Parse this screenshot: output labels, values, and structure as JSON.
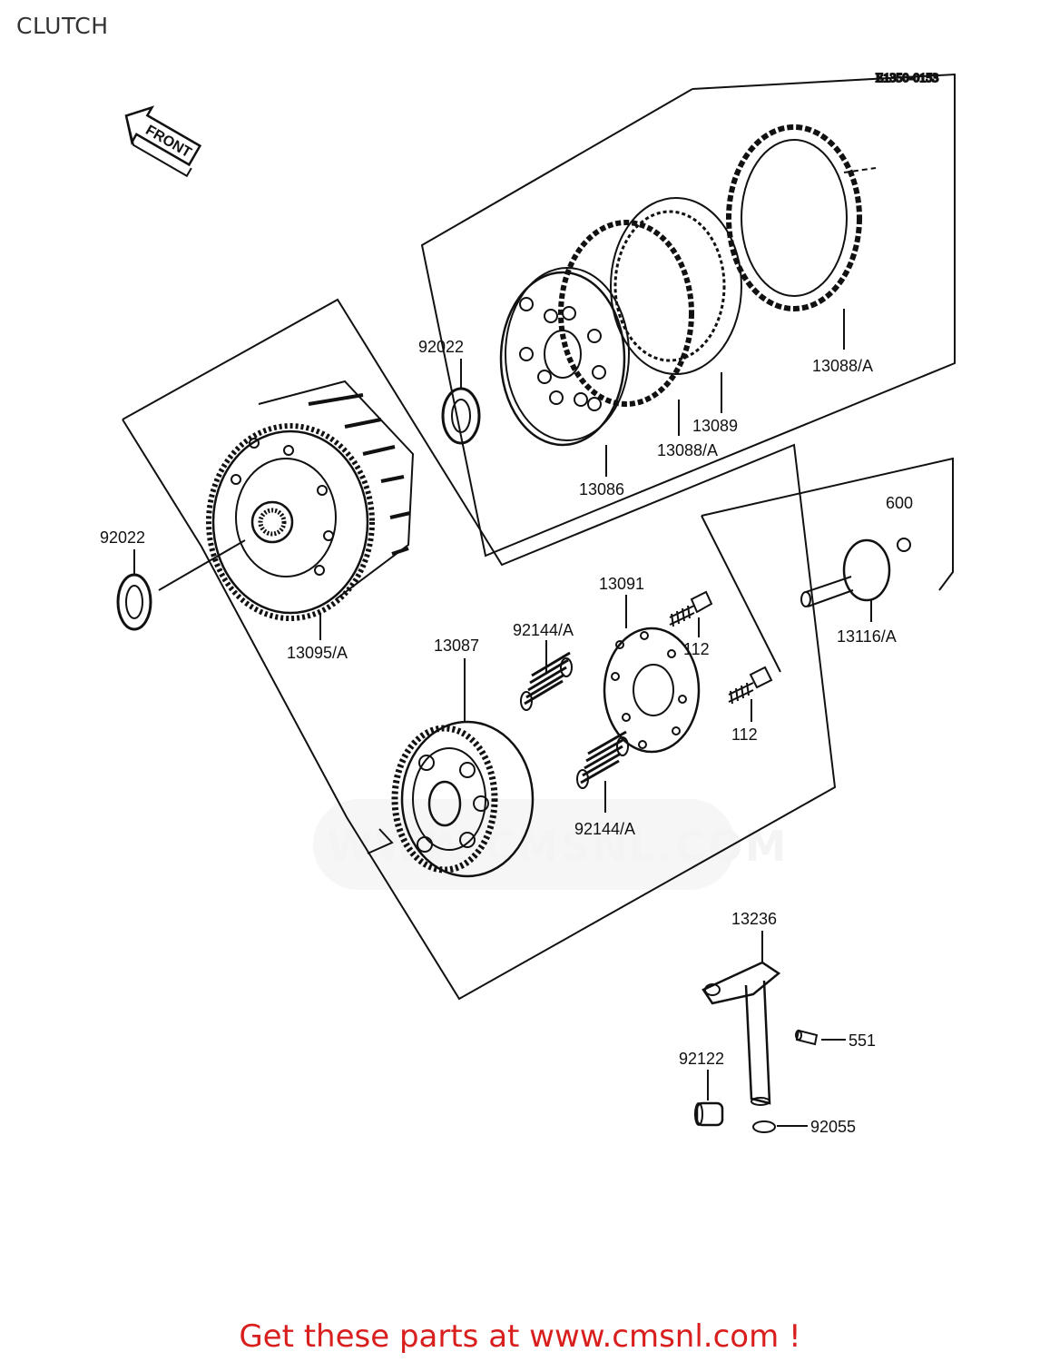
{
  "page": {
    "title": "CLUTCH",
    "diagram_ref": "E1350-0153",
    "front_label": "FRONT",
    "footer_text": "Get these parts at www.cmsnl.com !",
    "watermark": "WWW.CMSNL.COM"
  },
  "colors": {
    "footer": "#d91e1e",
    "ink": "#111111",
    "watermark": "#e8e8e8"
  },
  "parts": {
    "p92022_a": "92022",
    "p92022_b": "92022",
    "p13095": "13095/A",
    "p13087": "13087",
    "p92144_a": "92144/A",
    "p92144_b": "92144/A",
    "p13091": "13091",
    "p112_a": "112",
    "p112_b": "112",
    "p13086": "13086",
    "p13088_a": "13088/A",
    "p13088_b": "13088/A",
    "p13089": "13089",
    "p600": "600",
    "p13116": "13116/A",
    "p13236": "13236",
    "p551": "551",
    "p92122": "92122",
    "p92055": "92055"
  }
}
